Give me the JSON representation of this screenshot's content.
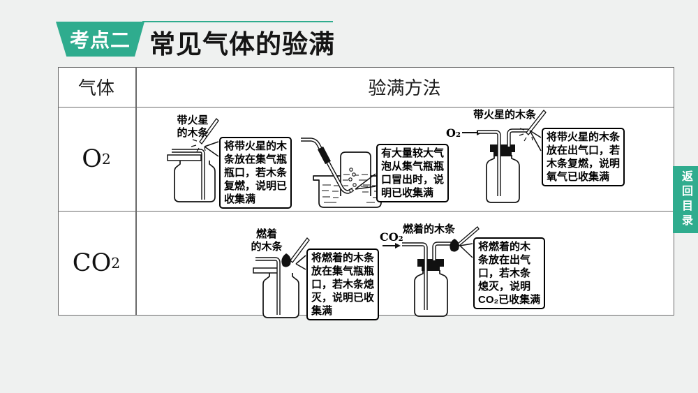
{
  "header": {
    "badge": "考点二",
    "title": "常见气体的验满"
  },
  "nav": {
    "back_to_contents": "返回目录"
  },
  "table": {
    "headers": {
      "gas": "气体",
      "method": "验满方法"
    },
    "rows": [
      {
        "symbol": "O",
        "sub": "2"
      },
      {
        "symbol": "CO",
        "sub": "2"
      }
    ]
  },
  "diagrams": {
    "o2_mouth": {
      "splint_label": "带火星\n的木条",
      "callout": "将带火星的木\n条放在集气瓶\n瓶口，若木条\n复燃，说明已\n收集满"
    },
    "o2_water": {
      "callout": "有大量较大气\n泡从集气瓶瓶\n口冒出时，说\n明已收集满"
    },
    "o2_outlet": {
      "gas_label": "O₂",
      "splint_label": "带火星的木条",
      "callout": "将带火星的木条\n放在出气口，若\n木条复燃，说明\n氧气已收集满"
    },
    "co2_mouth": {
      "splint_label": "燃着\n的木条",
      "callout": "将燃着的木条\n放在集气瓶瓶\n口，若木条熄\n灭，说明已收\n集满"
    },
    "co2_outlet": {
      "gas_label": "CO₂",
      "splint_label": "燃着的木条",
      "callout": "将燃着的木\n条放在出气\n口，若木条\n熄灭，说明\nCO₂已收集满"
    }
  },
  "colors": {
    "accent": "#2fac8e",
    "table_line": "#6a6a6a"
  }
}
